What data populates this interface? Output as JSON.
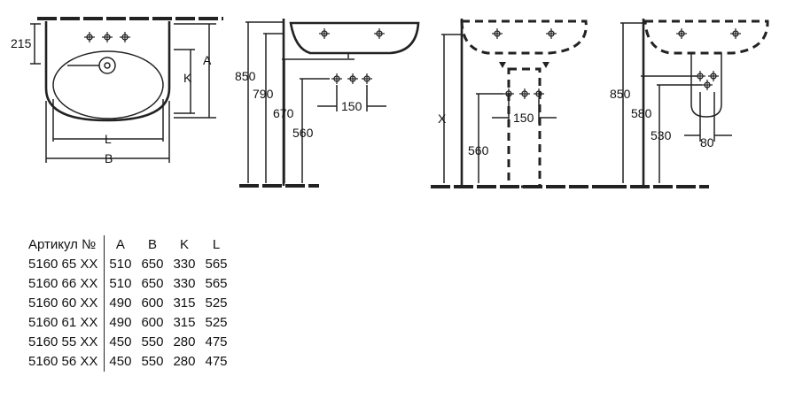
{
  "drawing": {
    "front": {
      "height_dim": "215",
      "a_label": "A",
      "k_label": "K",
      "l_label": "L",
      "b_label": "B"
    },
    "side_wall": {
      "dims": [
        "850",
        "790",
        "670",
        "560"
      ],
      "spacing": "150"
    },
    "pedestal": {
      "x_label": "X",
      "floor_height": "560",
      "spacing": "150"
    },
    "half_pedestal": {
      "dims": [
        "850",
        "580",
        "530"
      ],
      "width": "80"
    }
  },
  "table": {
    "headers": [
      "Артикул №",
      "A",
      "B",
      "K",
      "L"
    ],
    "rows": [
      [
        "5160 65 XX",
        "510",
        "650",
        "330",
        "565"
      ],
      [
        "5160 66 XX",
        "510",
        "650",
        "330",
        "565"
      ],
      [
        "5160 60 XX",
        "490",
        "600",
        "315",
        "525"
      ],
      [
        "5160 61 XX",
        "490",
        "600",
        "315",
        "525"
      ],
      [
        "5160 55 XX",
        "450",
        "550",
        "280",
        "475"
      ],
      [
        "5160 56 XX",
        "450",
        "550",
        "280",
        "475"
      ]
    ]
  }
}
